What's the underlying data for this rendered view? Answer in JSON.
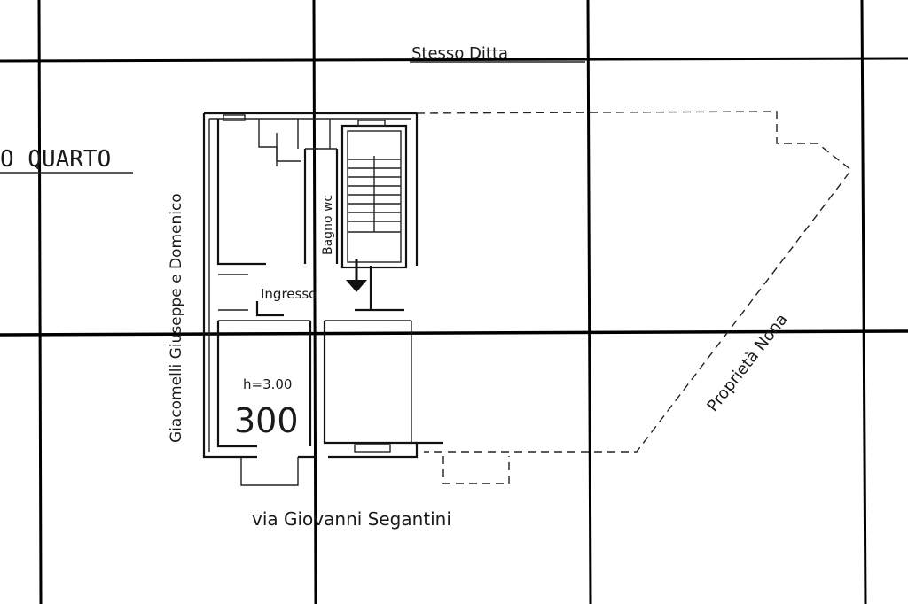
{
  "labels": {
    "top_neighbor": "Stesso Ditta",
    "left_street_fragment": "O QUARTO",
    "left_neighbor": "Giacomelli Giuseppe e Domenico",
    "room_bath": "Bagno wc",
    "room_entrance": "Ingresso",
    "ceiling_height": "h=3.00",
    "unit_number": "300",
    "right_neighbor": "Proprietà Nona",
    "bottom_street": "via Giovanni Segantini"
  },
  "colors": {
    "ink": "#111111",
    "paper": "#ffffff",
    "grid": "#000000"
  }
}
